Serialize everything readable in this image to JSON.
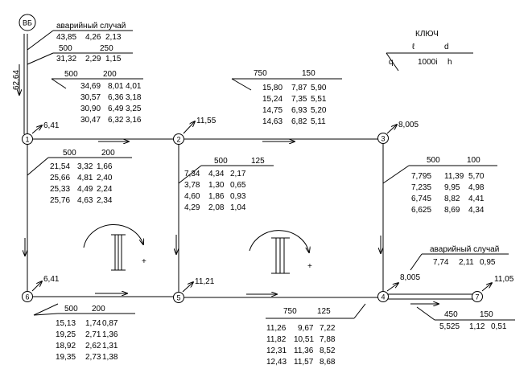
{
  "key": {
    "title": "КЛЮЧ",
    "l": "ℓ",
    "d": "d",
    "q": "q",
    "i": "1000i",
    "h": "h"
  },
  "source_node": "ВБ",
  "source_riser_length": "62,64",
  "emergency_label": "аварийный случай",
  "nodes": [
    {
      "id": "1",
      "demand": "6,41"
    },
    {
      "id": "2",
      "demand": "11,55"
    },
    {
      "id": "3",
      "demand": "8,005"
    },
    {
      "id": "4",
      "demand": "8,005"
    },
    {
      "id": "5",
      "demand": "11,21"
    },
    {
      "id": "6",
      "demand": "6,41"
    },
    {
      "id": "7",
      "demand": "11,05"
    }
  ],
  "pipes": {
    "vb_emergency": {
      "row": [
        "43,85",
        "4,26",
        "2,13"
      ]
    },
    "vb_1": {
      "l": "500",
      "d": "250",
      "row": [
        "31,32",
        "2,29",
        "1,15"
      ]
    },
    "p1_2": {
      "l": "500",
      "d": "200",
      "rows": [
        [
          "34,69",
          "8,01",
          "4,01"
        ],
        [
          "30,57",
          "6,36",
          "3,18"
        ],
        [
          "30,90",
          "6,49",
          "3,25"
        ],
        [
          "30,47",
          "6,32",
          "3,16"
        ]
      ]
    },
    "p2_3": {
      "l": "750",
      "d": "150",
      "rows": [
        [
          "15,80",
          "7,87",
          "5,90"
        ],
        [
          "15,24",
          "7,35",
          "5,51"
        ],
        [
          "14,75",
          "6,93",
          "5,20"
        ],
        [
          "14,63",
          "6,82",
          "5,11"
        ]
      ]
    },
    "p1_6": {
      "l": "500",
      "d": "200",
      "rows": [
        [
          "21,54",
          "3,32",
          "1,66"
        ],
        [
          "25,66",
          "4,81",
          "2,40"
        ],
        [
          "25,33",
          "4,49",
          "2,24"
        ],
        [
          "25,76",
          "4,63",
          "2,34"
        ]
      ]
    },
    "p2_5": {
      "l": "500",
      "d": "125",
      "rows": [
        [
          "7,34",
          "4,34",
          "2,17"
        ],
        [
          "3,78",
          "1,30",
          "0,65"
        ],
        [
          "4,60",
          "1,86",
          "0,93"
        ],
        [
          "4,29",
          "2,08",
          "1,04"
        ]
      ]
    },
    "p3_4": {
      "l": "500",
      "d": "100",
      "rows": [
        [
          "7,795",
          "11,39",
          "5,70"
        ],
        [
          "7,235",
          "9,95",
          "4,98"
        ],
        [
          "6,745",
          "8,82",
          "4,41"
        ],
        [
          "6,625",
          "8,69",
          "4,34"
        ]
      ]
    },
    "p6_5": {
      "l": "500",
      "d": "200",
      "rows": [
        [
          "15,13",
          "1,74",
          "0,87"
        ],
        [
          "19,25",
          "2,71",
          "1,36"
        ],
        [
          "18,92",
          "2,62",
          "1,31"
        ],
        [
          "19,35",
          "2,73",
          "1,38"
        ]
      ]
    },
    "p5_4": {
      "l": "750",
      "d": "125",
      "rows": [
        [
          "11,26",
          "9,67",
          "7,22"
        ],
        [
          "11,82",
          "10,51",
          "7,88"
        ],
        [
          "12,31",
          "11,36",
          "8,52"
        ],
        [
          "12,43",
          "11,57",
          "8,68"
        ]
      ]
    },
    "p4_7_emergency": {
      "row": [
        "7,74",
        "2,11",
        "0,95"
      ]
    },
    "p4_7": {
      "l": "450",
      "d": "150",
      "row": [
        "5,525",
        "1,12",
        "0,51"
      ]
    }
  },
  "rings": [
    {
      "id": "I",
      "sign": "+"
    },
    {
      "id": "II",
      "sign": "+"
    }
  ]
}
